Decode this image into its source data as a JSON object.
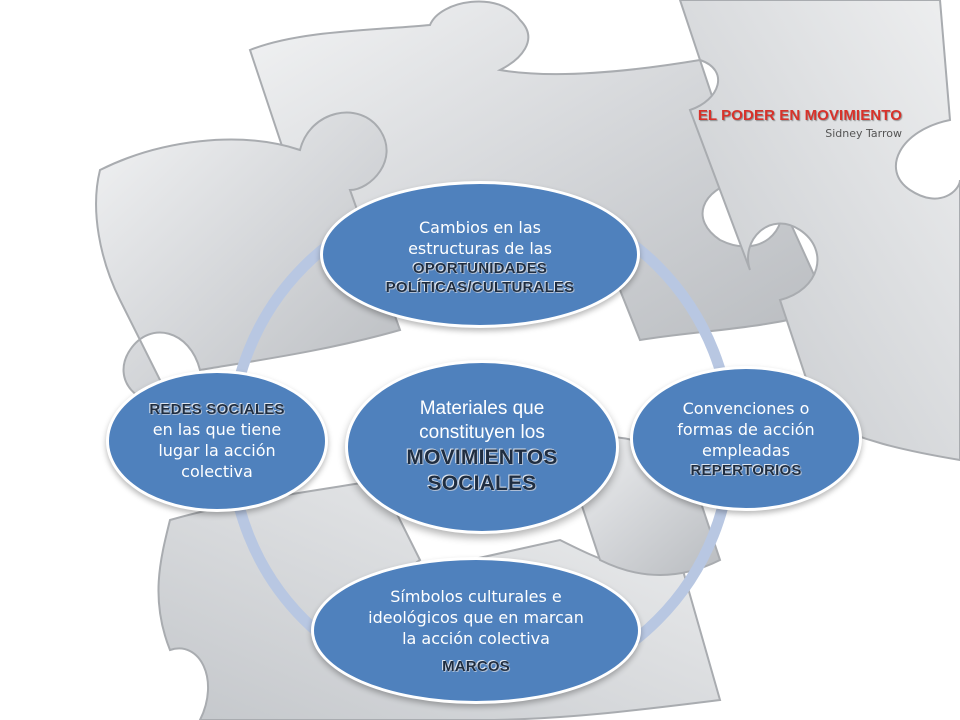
{
  "header": {
    "title": "EL PODER EN MOVIMIENTO",
    "author": "Sidney Tarrow"
  },
  "center": {
    "line1": "Materiales que",
    "line2": "constituyen los",
    "keyword1": "MOVIMIENTOS",
    "keyword2": "SOCIALES"
  },
  "nodes": {
    "top": {
      "line1": "Cambios en las",
      "line2": "estructuras de las",
      "keyword1": "OPORTUNIDADES",
      "keyword2": "POLÍTICAS/CULTURALES"
    },
    "right": {
      "line1": "Convenciones o",
      "line2": "formas de acción",
      "line3": "empleadas",
      "keyword": "REPERTORIOS"
    },
    "bottom": {
      "line1": "Símbolos culturales e",
      "line2": "ideológicos que en marcan",
      "line3": "la acción colectiva",
      "keyword": "MARCOS"
    },
    "left": {
      "keyword": "REDES SOCIALES",
      "line1": "en las que tiene",
      "line2": "lugar la acción",
      "line3": "colectiva"
    }
  },
  "colors": {
    "node_fill": "#4f81bd",
    "ring": "#b8c7e2",
    "title_red": "#d8322a",
    "puzzle_gray": "#cfd1d4"
  }
}
